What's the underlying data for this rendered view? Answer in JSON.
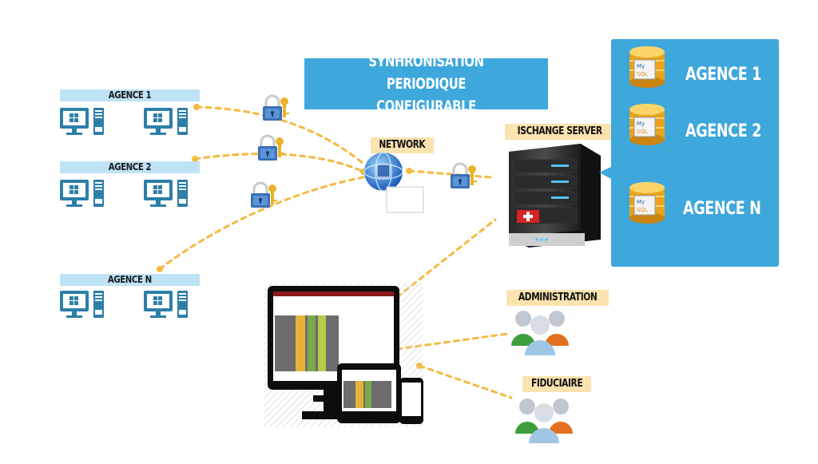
{
  "title": {
    "line1": "SYNHRONISATION PERIODIQUE",
    "line2": "CONFIGURABLE"
  },
  "agencies_left": [
    {
      "label": "AGENCE 1"
    },
    {
      "label": "AGENCE 2"
    },
    {
      "label": "AGENCE N"
    }
  ],
  "network": {
    "label": "NETWORK"
  },
  "server": {
    "label": "ISCHANGE SERVER"
  },
  "db_panel": {
    "items": [
      {
        "label": "AGENCE 1",
        "db_icon": "mysql-database-icon"
      },
      {
        "label": "AGENCE 2",
        "db_icon": "mysql-database-icon"
      },
      {
        "label": "AGENCE N",
        "db_icon": "mysql-database-icon"
      }
    ]
  },
  "users": [
    {
      "label": "ADMINISTRATION"
    },
    {
      "label": "FIDUCIAIRE"
    }
  ],
  "colors": {
    "accent_blue": "#3ea7dc",
    "light_blue": "#bfe3f6",
    "tag_bg": "#fbe3b0",
    "link_dash": "#f5b942",
    "pc_blue": "#2d7fa8"
  }
}
